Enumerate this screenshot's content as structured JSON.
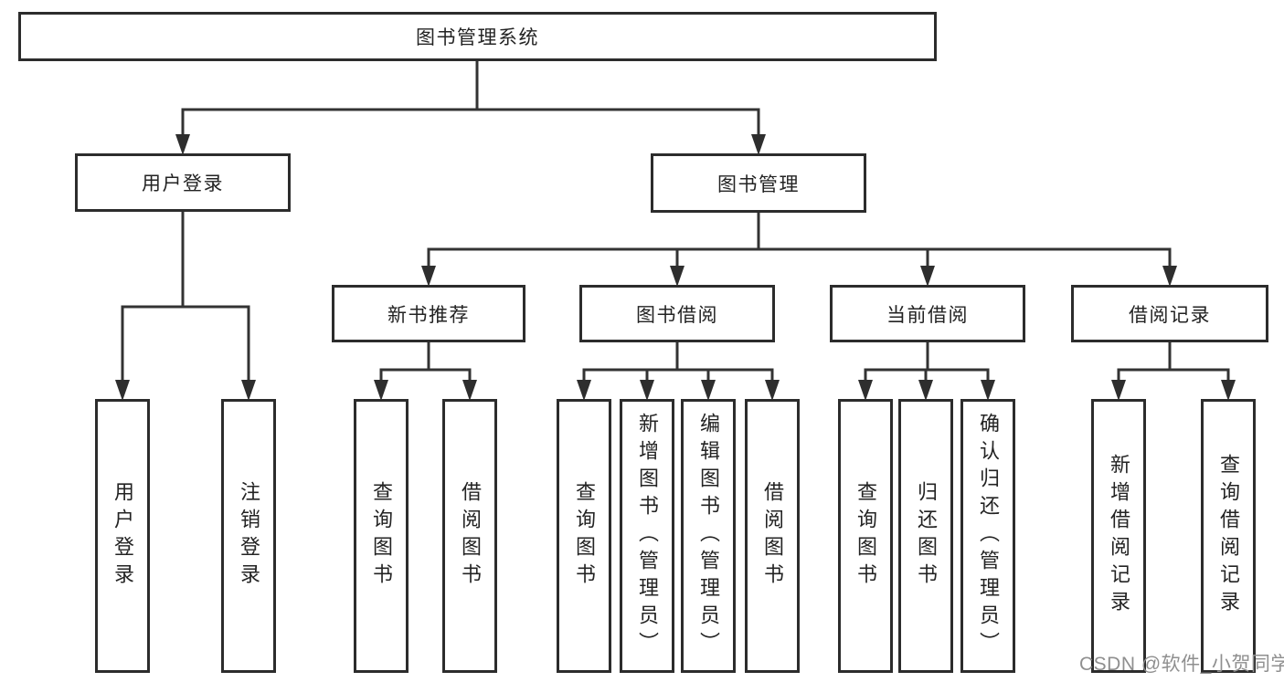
{
  "tree": {
    "root": {
      "label": "图书管理系统"
    },
    "branches": [
      {
        "label": "用户登录",
        "children": [
          {
            "label": "用户登录"
          },
          {
            "label": "注销登录"
          }
        ]
      },
      {
        "label": "图书管理",
        "children": [
          {
            "label": "新书推荐",
            "children": [
              {
                "label": "查询图书"
              },
              {
                "label": "借阅图书"
              }
            ]
          },
          {
            "label": "图书借阅",
            "children": [
              {
                "label": "查询图书"
              },
              {
                "label": "新增图书（管理员）"
              },
              {
                "label": "编辑图书（管理员）"
              },
              {
                "label": "借阅图书"
              }
            ]
          },
          {
            "label": "当前借阅",
            "children": [
              {
                "label": "查询图书"
              },
              {
                "label": "归还图书"
              },
              {
                "label": "确认归还（管理员）"
              }
            ]
          },
          {
            "label": "借阅记录",
            "children": [
              {
                "label": "新增借阅记录"
              },
              {
                "label": "查询借阅记录"
              }
            ]
          }
        ]
      }
    ]
  },
  "watermark": {
    "text": "CSDN @软件_小贺同学"
  },
  "colors": {
    "line": "#333333",
    "arrowhead": "#2e2e2e",
    "box_border": "#2c2c2c",
    "box_background": "#ffffff",
    "text": "#232323",
    "watermark": "#8f8f8f",
    "page_background": "#ffffff"
  }
}
